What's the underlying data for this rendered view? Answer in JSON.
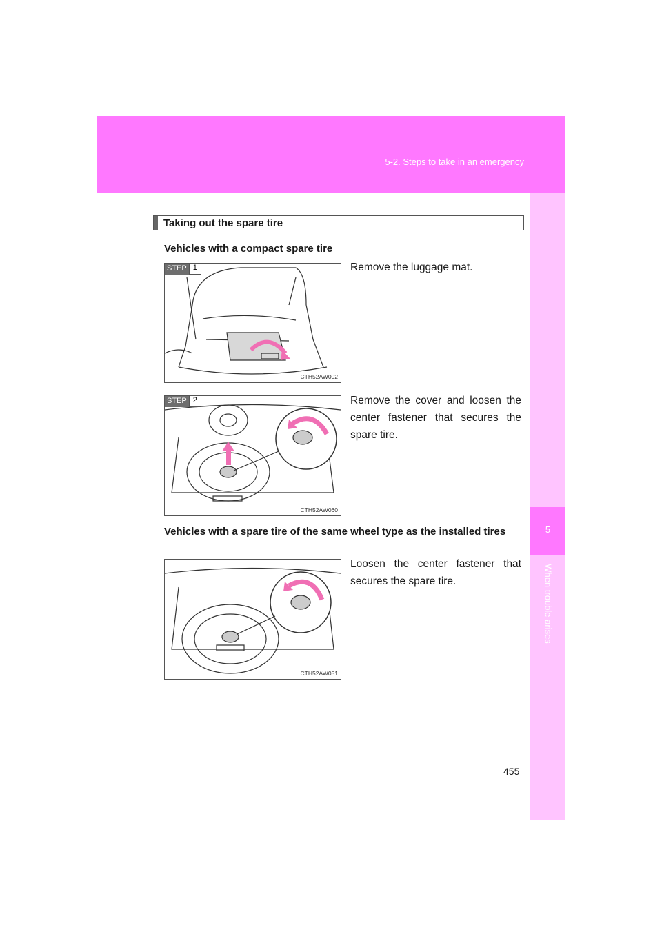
{
  "header": {
    "section": "5-2. Steps to take in an emergency"
  },
  "side_tab": {
    "number": "5",
    "label": "When trouble arises"
  },
  "section_title": "Taking out the spare tire",
  "compact": {
    "heading": "Vehicles with a compact spare tire",
    "step1": {
      "label": "STEP",
      "number": "1",
      "text": "Remove the luggage mat.",
      "code": "CTH52AW002"
    },
    "step2": {
      "label": "STEP",
      "number": "2",
      "text": "Remove the cover and loosen the center fastener that secures the spare tire.",
      "code": "CTH52AW060"
    }
  },
  "sameWheel": {
    "heading": "Vehicles with a spare tire of the same wheel type as the installed tires",
    "text": "Loosen the center fastener that secures the spare tire.",
    "code": "CTH52AW051"
  },
  "page_number": "455",
  "colors": {
    "accent": "#ff78ff",
    "tab_light": "#ffc4ff",
    "arrow": "#f06fb4"
  }
}
